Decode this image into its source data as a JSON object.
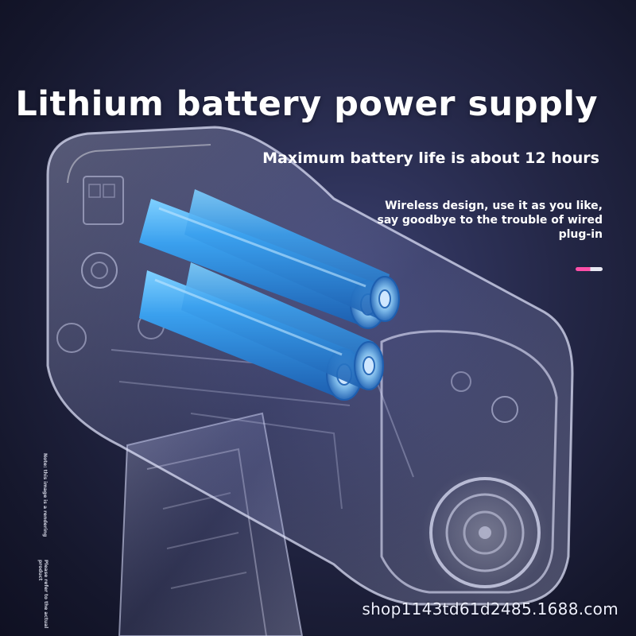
{
  "headline": "Lithium battery power supply",
  "subheadline": "Maximum battery life is about 12 hours",
  "description": "Wireless design, use it as you like, say goodbye to the trouble of wired plug-in",
  "side_notes": {
    "note_a": "Note: this image is a rendering",
    "note_b": "Please refer to the actual product"
  },
  "watermark": "shop1143td61d2485.1688.com",
  "colors": {
    "background": "#1b1d36",
    "battery": "#2f86d6",
    "accent": "#ff4fa8"
  }
}
